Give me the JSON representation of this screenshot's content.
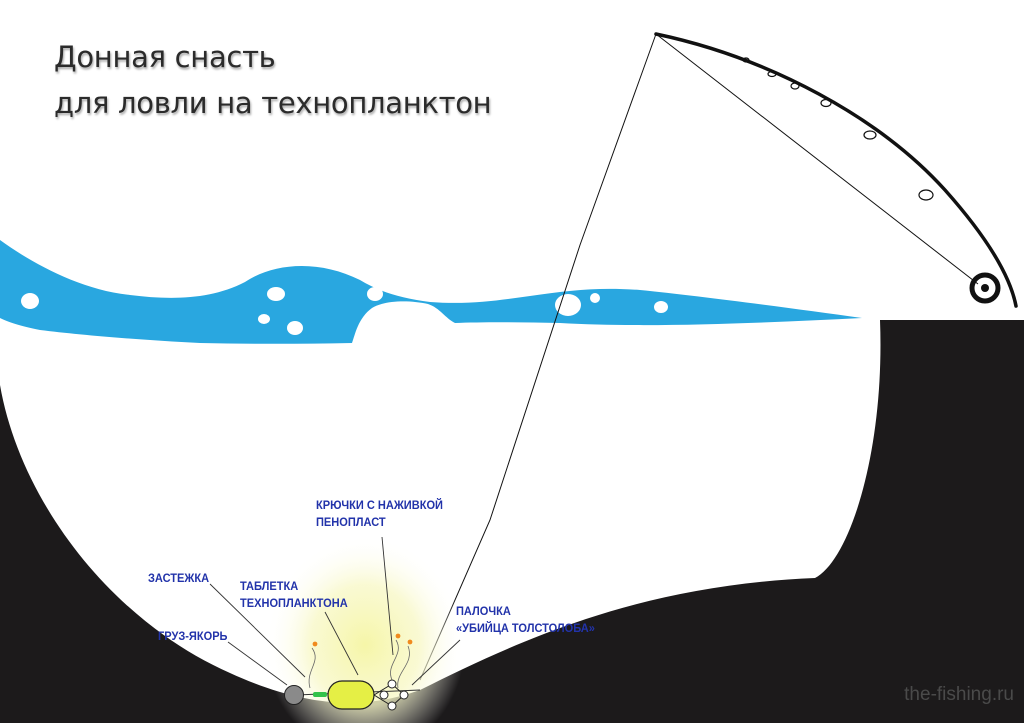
{
  "title": {
    "line1": "Донная снасть",
    "line2": "для ловли на технопланктон"
  },
  "labels": {
    "hooks_line1": "КРЮЧКИ С НАЖИВКОЙ",
    "hooks_line2": "ПЕНОПЛАСТ",
    "clasp": "ЗАСТЕЖКА",
    "tablet_line1": "ТАБЛЕТКА",
    "tablet_line2": "ТЕХНОПЛАНКТОНА",
    "stick_line1": "ПАЛОЧКА",
    "stick_line2": "«УБИЙЦА ТОЛСТОЛОБА»",
    "anchor": "ГРУЗ-ЯКОРЬ"
  },
  "watermark": "the-fishing.ru",
  "colors": {
    "water": "#29a7e0",
    "ground": "#1c1a1b",
    "label": "#2233aa",
    "tablet": "#e5ef45",
    "glow": "#f2f2a0",
    "clasp": "#33c24a",
    "weight": "#8a8a8a",
    "bait": "#f08a1e"
  },
  "icons": {
    "rod": "fishing-rod-icon",
    "reel": "reel-icon",
    "anchor_weight": "sinker-icon",
    "feeder": "feeder-icon"
  }
}
